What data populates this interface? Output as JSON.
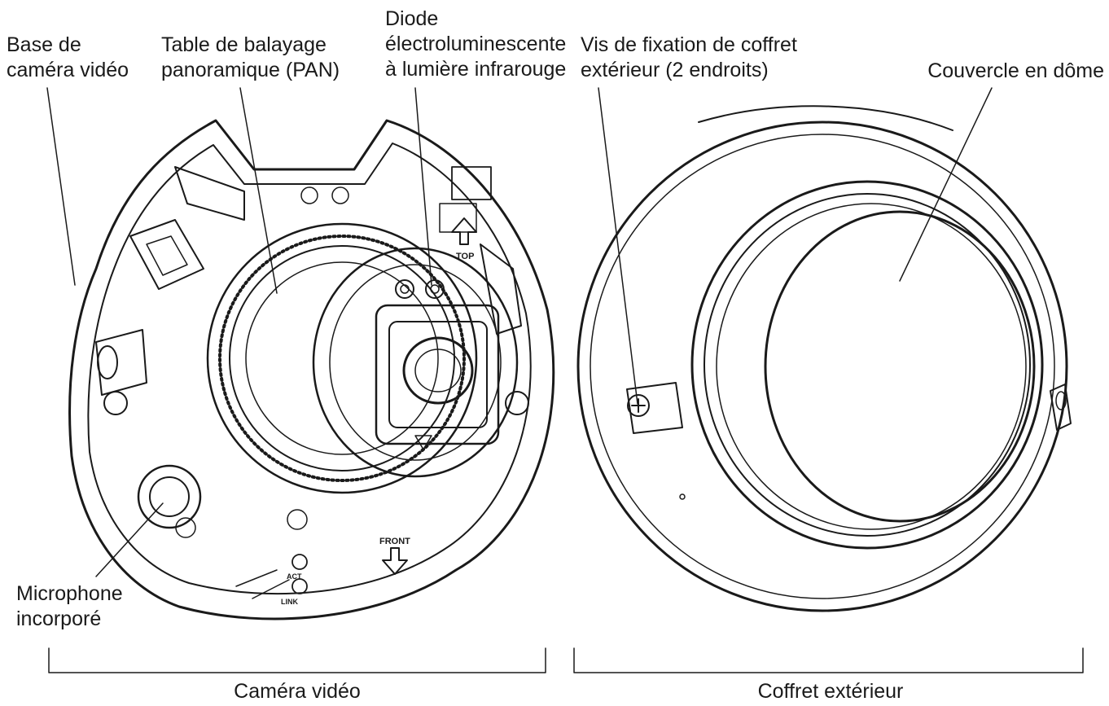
{
  "labels": {
    "base": [
      "Base de",
      "caméra vidéo"
    ],
    "pan_table": [
      "Table de balayage",
      "panoramique (PAN)"
    ],
    "ir_diode": [
      "Diode",
      "électroluminescente",
      "à lumière infrarouge"
    ],
    "fix_screw": [
      "Vis de fixation de coffret",
      "extérieur (2 endroits)"
    ],
    "dome_cover": [
      "Couvercle en dôme"
    ],
    "microphone": [
      "Microphone",
      "incorporé"
    ],
    "camera_group": "Caméra vidéo",
    "housing_group": "Coffret extérieur"
  },
  "markings": {
    "top": "TOP",
    "front": "FRONT",
    "act": "ACT",
    "link": "LINK"
  },
  "colors": {
    "line": "#1a1a1a",
    "background": "#ffffff"
  }
}
